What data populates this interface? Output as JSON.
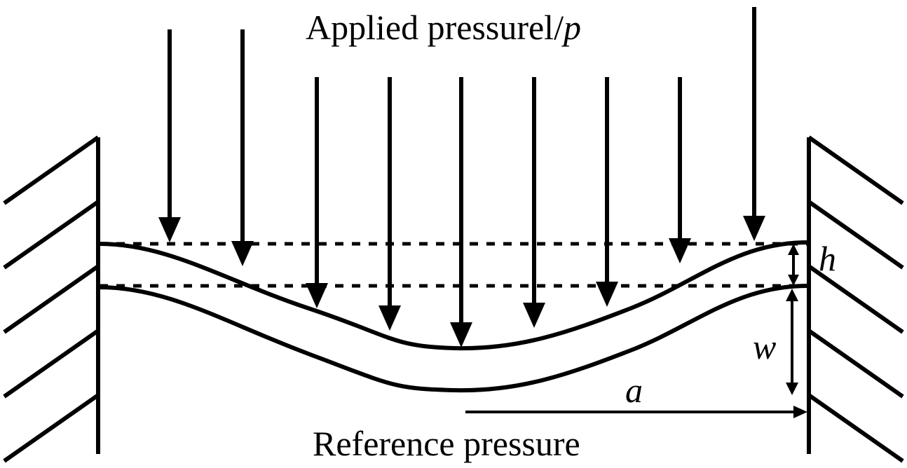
{
  "diagram": {
    "title": {
      "text": "Applied pressurel/",
      "variable": "p"
    },
    "reference_label": "Reference pressure",
    "dimensions": {
      "thickness": "h",
      "deflection": "w",
      "radius": "a"
    },
    "colors": {
      "stroke": "#000000",
      "background": "#ffffff"
    }
  }
}
